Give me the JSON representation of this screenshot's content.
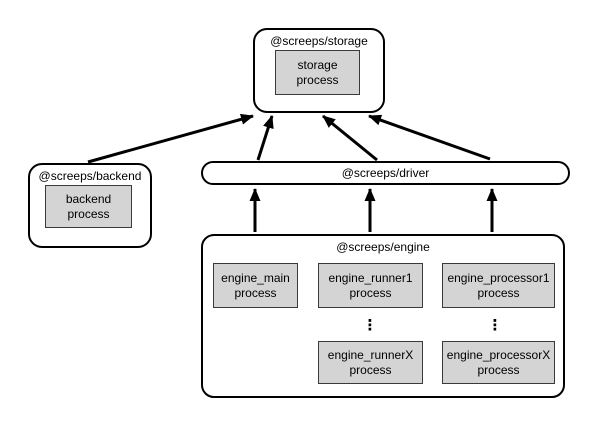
{
  "nodes": {
    "storage": {
      "title": "@screeps/storage",
      "process": "storage\nprocess"
    },
    "backend": {
      "title": "@screeps/backend",
      "process": "backend\nprocess"
    },
    "driver": {
      "title": "@screeps/driver"
    },
    "engine": {
      "title": "@screeps/engine",
      "main": "engine_main\nprocess",
      "runner1": "engine_runner1\nprocess",
      "runnerX": "engine_runnerX\nprocess",
      "processor1": "engine_processor1\nprocess",
      "processorX": "engine_processorX\nprocess",
      "ellipsis": "⋮"
    }
  },
  "edges": [
    {
      "from": "@screeps/backend",
      "to": "@screeps/storage"
    },
    {
      "from": "@screeps/driver",
      "to": "@screeps/storage"
    },
    {
      "from": "@screeps/driver",
      "to": "@screeps/storage"
    },
    {
      "from": "@screeps/driver",
      "to": "@screeps/storage"
    },
    {
      "from": "@screeps/engine",
      "to": "@screeps/driver"
    },
    {
      "from": "@screeps/engine",
      "to": "@screeps/driver"
    },
    {
      "from": "@screeps/engine",
      "to": "@screeps/driver"
    }
  ],
  "colors": {
    "background": "#ffffff",
    "node_fill": "#ffffff",
    "process_fill": "#d4d4d4",
    "border": "#000000",
    "arrow": "#000000"
  }
}
